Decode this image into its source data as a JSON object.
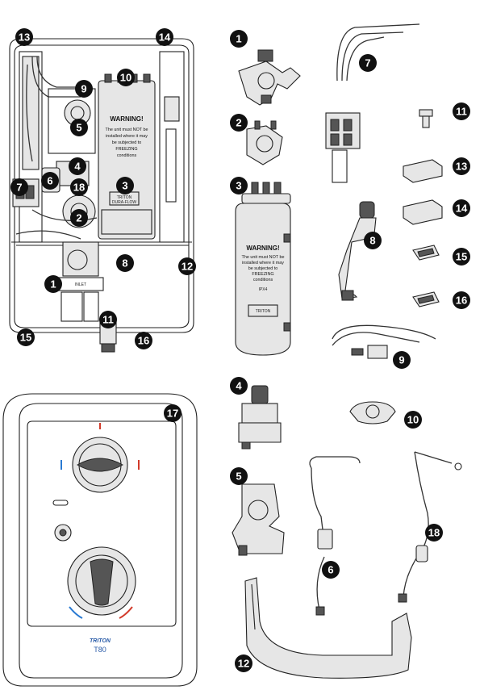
{
  "callouts": {
    "unit": [
      "13",
      "14",
      "10",
      "9",
      "5",
      "4",
      "6",
      "18",
      "3",
      "7",
      "2",
      "8",
      "12",
      "1",
      "11",
      "15",
      "16"
    ],
    "parts": [
      "1",
      "2",
      "3",
      "4",
      "5",
      "6",
      "7",
      "8",
      "9",
      "10",
      "11",
      "12",
      "13",
      "14",
      "15",
      "16",
      "17",
      "18"
    ]
  },
  "labels": {
    "warning_title": "WARNING!",
    "warning_lines": [
      "The unit must NOT be",
      "installed where it may",
      "be subjected to",
      "FREEZING",
      "conditions"
    ],
    "rating_line1": "IPX4",
    "brand": "TRITON",
    "brand_sub": "DURA-FLOW",
    "inlet": "INLET",
    "front_brand": "TRITON",
    "front_model": "T80"
  },
  "colors": {
    "line": "#222222",
    "callout": "#111111",
    "hot": "#d23a2a",
    "cold": "#2a7ad2",
    "brand": "#2a5ca8"
  }
}
